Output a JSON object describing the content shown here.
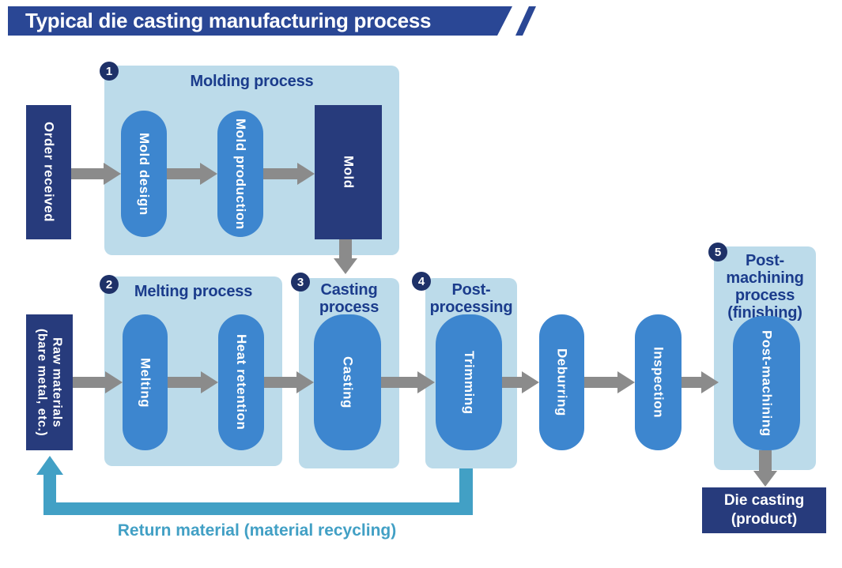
{
  "header": {
    "title": "Typical die casting manufacturing process"
  },
  "colors": {
    "banner_navy": "#2a4795",
    "node_navy": "#273b7c",
    "badge_navy": "#1e3168",
    "heading_navy": "#1b3c8c",
    "pill_blue": "#3d86cf",
    "panel_blue": "#bcdbea",
    "arrow_gray": "#8b8b8b",
    "recycle_teal": "#42a0c5"
  },
  "inputs": {
    "order_received": "Order received",
    "raw_materials": "Raw materials\n(bare metal, etc.)"
  },
  "groups": [
    {
      "number": "1",
      "title": "Molding process"
    },
    {
      "number": "2",
      "title": "Melting process"
    },
    {
      "number": "3",
      "title": "Casting\nprocess"
    },
    {
      "number": "4",
      "title": "Post-\nprocessing"
    },
    {
      "number": "5",
      "title": "Post-\nmachining\nprocess\n(finishing)"
    }
  ],
  "steps": {
    "mold_design": "Mold design",
    "mold_production": "Mold production",
    "mold": "Mold",
    "melting": "Melting",
    "heat_retention": "Heat retention",
    "casting": "Casting",
    "trimming": "Trimming",
    "deburring": "Deburring",
    "inspection": "Inspection",
    "post_machining": "Post-machining"
  },
  "output": {
    "die_casting": "Die casting\n(product)"
  },
  "recycle": {
    "label": "Return material (material recycling)"
  }
}
